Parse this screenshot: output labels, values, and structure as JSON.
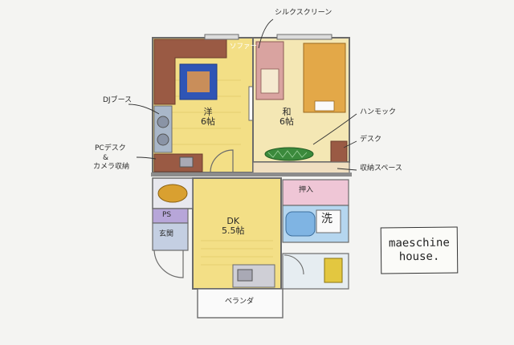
{
  "labels": {
    "silk_screen": "シルクスクリーン",
    "dj_booth": "DJブース",
    "pc_desk": "PCデスク",
    "pc_desk_amp": "&",
    "camera_storage": "カメラ収納",
    "sofa": "ソファー",
    "hammock": "ハンモック",
    "desk": "デスク",
    "storage_space": "収納スペース",
    "ps": "PS",
    "entrance": "玄関",
    "closet": "押入",
    "wash": "洗",
    "veranda": "ベランダ"
  },
  "rooms": {
    "western": {
      "name": "洋",
      "size": "6帖"
    },
    "japanese": {
      "name": "和",
      "size": "6帖"
    },
    "dk": {
      "name": "DK",
      "size": "5.5帖"
    }
  },
  "logo": {
    "line1": "maeschine",
    "line2": "house."
  },
  "colors": {
    "floor_yellow": "#f3df86",
    "floor_cream": "#f4e7b4",
    "sofa_brown": "#9a5a44",
    "rug_blue": "#2f55b5",
    "bed_orange": "#e3a848",
    "hammock_green": "#3b8a3c",
    "cabinet_gray": "#a9a9b5",
    "bath_blue": "#7fb4e3",
    "ps_purple": "#b7a6d9",
    "toilet_gold": "#d9a030",
    "closet_pink": "#efc6d6",
    "wall": "#6b6b6b"
  }
}
